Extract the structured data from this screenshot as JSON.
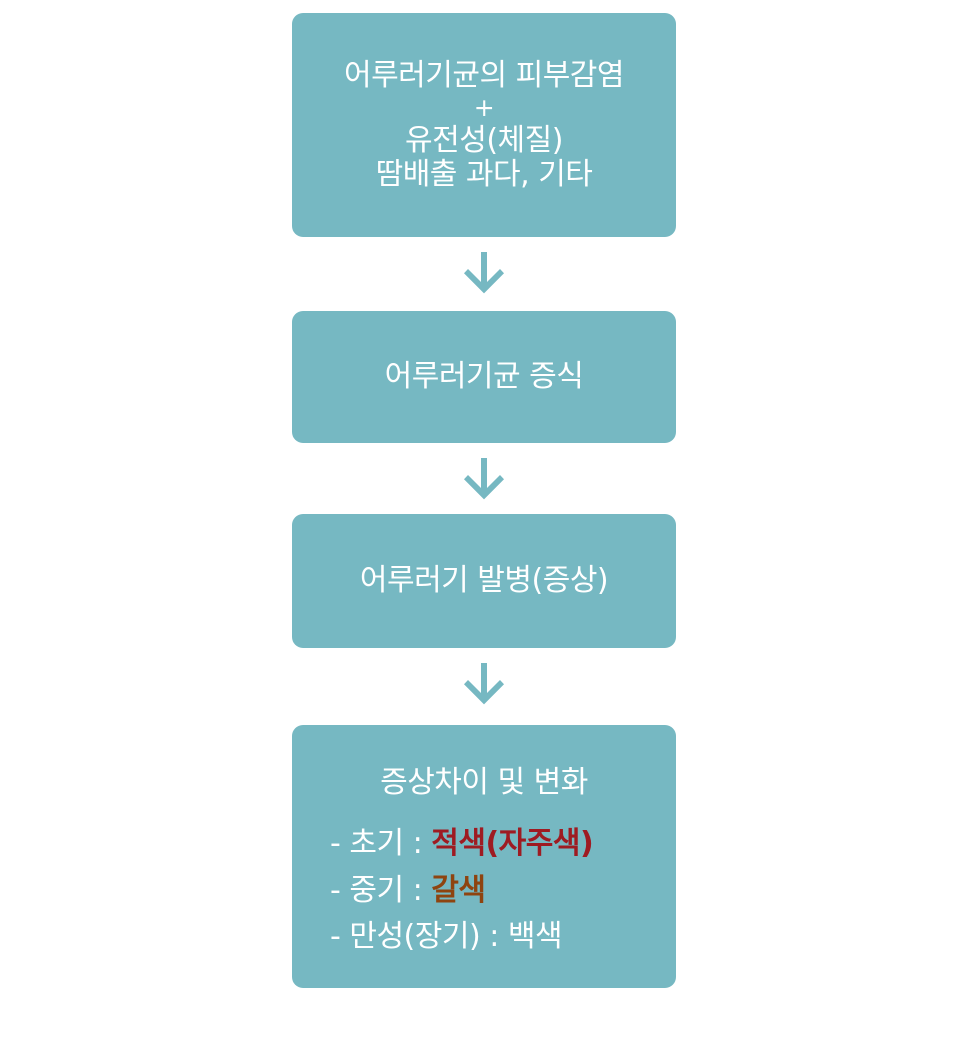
{
  "theme": {
    "box_color": "#76b8c2",
    "arrow_color": "#76b8c2",
    "text_color": "#ffffff",
    "background": "#ffffff",
    "red_color": "#9e1b22",
    "brown_color": "#8e4410"
  },
  "diagram": {
    "type": "flowchart",
    "direction": "top-to-bottom",
    "nodes": [
      {
        "id": "cause",
        "lines": [
          "어루러기균의 피부감염",
          "+",
          "유전성(체질)",
          "땀배출 과다, 기타"
        ]
      },
      {
        "id": "growth",
        "lines": [
          "어루러기균 증식"
        ]
      },
      {
        "id": "onset",
        "lines": [
          "어루러기 발병(증상)"
        ]
      },
      {
        "id": "symptoms",
        "title": "증상차이 및 변화",
        "items": [
          {
            "label": "- 초기 : ",
            "value": "적색(자주색)",
            "value_color": "red"
          },
          {
            "label": "- 중기 : ",
            "value": "갈색",
            "value_color": "brown"
          },
          {
            "label": "- 만성(장기) : ",
            "value": "백색",
            "value_color": "white"
          }
        ]
      }
    ],
    "connectors": [
      {
        "id": "arrow-cause-to-growth",
        "icon": "arrow-down-icon"
      },
      {
        "id": "arrow-growth-to-onset",
        "icon": "arrow-down-icon"
      },
      {
        "id": "arrow-onset-to-symptoms",
        "icon": "arrow-down-icon"
      }
    ]
  }
}
